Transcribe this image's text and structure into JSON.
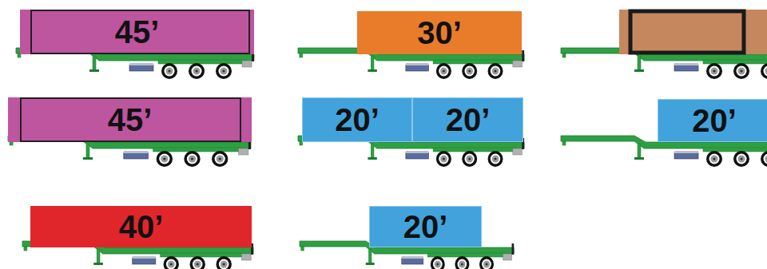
{
  "diagram": {
    "nodes": [
      {
        "text": [
          "45’"
        ]
      },
      {
        "text": [
          "30’"
        ]
      },
      {
        "text": [
          "45’"
        ]
      },
      {
        "text": [
          "20’"
        ]
      },
      {
        "text": [
          "20’"
        ]
      },
      {
        "text": [
          "20’"
        ]
      },
      {
        "text": [
          "40’"
        ]
      },
      {
        "text": [
          "20’"
        ]
      }
    ]
  }
}
